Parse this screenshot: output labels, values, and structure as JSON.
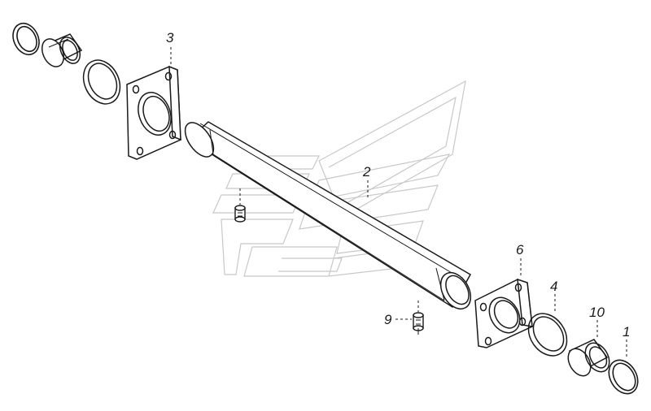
{
  "diagram": {
    "type": "exploded-parts-view",
    "callouts": [
      {
        "id": "c1",
        "label": "1",
        "part": "ring"
      },
      {
        "id": "c2",
        "label": "2",
        "part": "tube"
      },
      {
        "id": "c3",
        "label": "3",
        "part": "flange"
      },
      {
        "id": "c4",
        "label": "4",
        "part": "ring"
      },
      {
        "id": "c6",
        "label": "6",
        "part": "flange"
      },
      {
        "id": "c9",
        "label": "9",
        "part": "grease-fitting"
      },
      {
        "id": "c10",
        "label": "10",
        "part": "bushing"
      }
    ],
    "watermark": "KAMAZ-logo",
    "colors": {
      "line": "#1a1a1a",
      "watermark": "#c8c8c8"
    }
  }
}
